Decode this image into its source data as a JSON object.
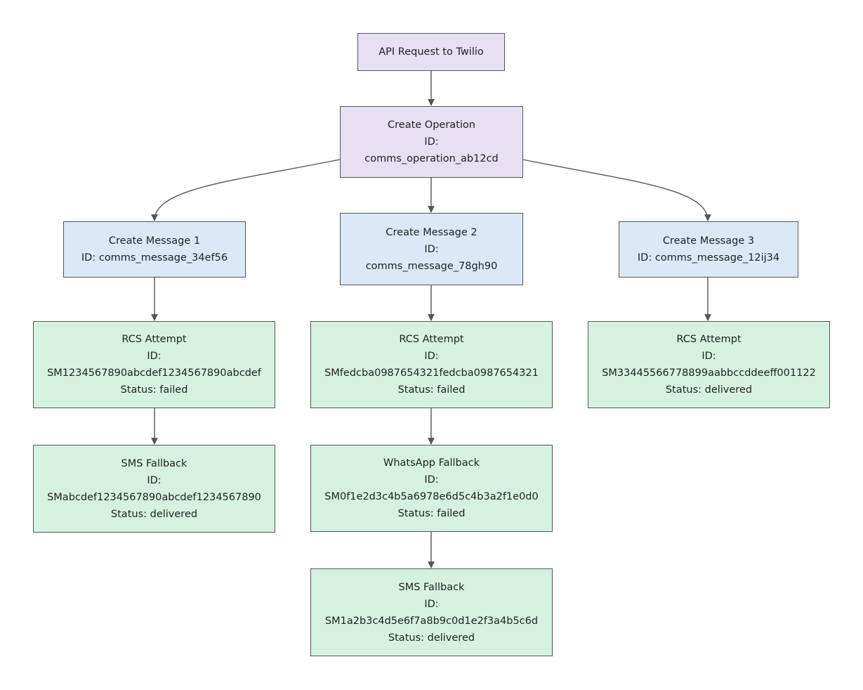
{
  "nodes": {
    "api": {
      "title": "API Request to Twilio"
    },
    "op": {
      "title": "Create Operation",
      "id_label": "ID:",
      "id_value": "comms_operation_ab12cd"
    },
    "msg1": {
      "title": "Create Message 1",
      "id_line": "ID: comms_message_34ef56"
    },
    "msg2": {
      "title": "Create Message 2",
      "id_label": "ID:",
      "id_value": "comms_message_78gh90"
    },
    "msg3": {
      "title": "Create Message 3",
      "id_line": "ID: comms_message_12ij34"
    },
    "rcs1": {
      "title": "RCS Attempt",
      "id_label": "ID:",
      "id_value": "SM1234567890abcdef1234567890abcdef",
      "status": "Status: failed"
    },
    "rcs2": {
      "title": "RCS Attempt",
      "id_label": "ID:",
      "id_value": "SMfedcba0987654321fedcba0987654321",
      "status": "Status: failed"
    },
    "rcs3": {
      "title": "RCS Attempt",
      "id_label": "ID:",
      "id_value": "SM33445566778899aabbccddeeff001122",
      "status": "Status: delivered"
    },
    "sms1": {
      "title": "SMS Fallback",
      "id_label": "ID:",
      "id_value": "SMabcdef1234567890abcdef1234567890",
      "status": "Status: delivered"
    },
    "wa2": {
      "title": "WhatsApp Fallback",
      "id_label": "ID:",
      "id_value": "SM0f1e2d3c4b5a6978e6d5c4b3a2f1e0d0",
      "status": "Status: failed"
    },
    "sms2": {
      "title": "SMS Fallback",
      "id_label": "ID:",
      "id_value": "SM1a2b3c4d5e6f7a8b9c0d1e2f3a4b5c6d",
      "status": "Status: delivered"
    }
  },
  "colors": {
    "operation_fill": "#e6e0f2",
    "message_fill": "#dbe9f6",
    "attempt_fill": "#d5f2e0",
    "border": "#555555"
  }
}
